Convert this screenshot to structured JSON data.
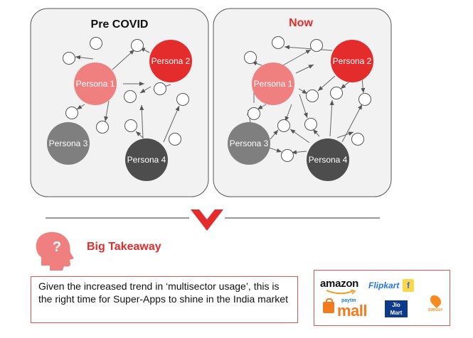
{
  "panels": {
    "pre_covid": {
      "title": "Pre COVID",
      "title_color": "#111111"
    },
    "now": {
      "title": "Now",
      "title_color": "#e52c2c"
    }
  },
  "personas": {
    "p1": {
      "label": "Persona 1",
      "color": "#f08080"
    },
    "p2": {
      "label": "Persona 2",
      "color": "#e52c2c"
    },
    "p3": {
      "label": "Persona 3",
      "color": "#7f7f7f"
    },
    "p4": {
      "label": "Persona 4",
      "color": "#4d4d4d"
    }
  },
  "takeaway": {
    "label": "Big Takeaway",
    "text": "Given the increased trend in ‘multisector usage’, this is the right time for Super-Apps to shine in the India market"
  },
  "logos": {
    "amazon": "amazon",
    "flipkart": "Flipkart",
    "flipkart_badge": "f",
    "paytm": "paytm",
    "mall": "mall",
    "jio": "Jio",
    "mart": "Mart",
    "swiggy": "SWIGGY"
  }
}
